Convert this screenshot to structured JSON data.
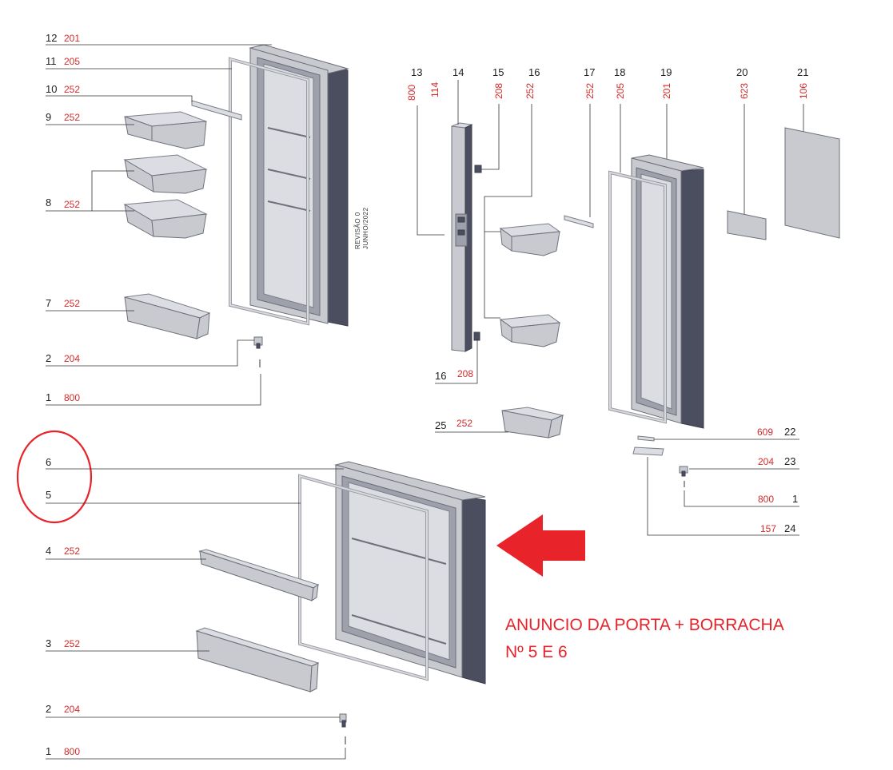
{
  "revision": {
    "line1": "REVISÃO 0",
    "line2": "JUNHO/2022"
  },
  "callouts_left": [
    {
      "num": "12",
      "code": "201"
    },
    {
      "num": "11",
      "code": "205"
    },
    {
      "num": "10",
      "code": "252"
    },
    {
      "num": "9",
      "code": "252"
    },
    {
      "num": "8",
      "code": "252"
    },
    {
      "num": "7",
      "code": "252"
    },
    {
      "num": "2",
      "code": "204"
    },
    {
      "num": "1",
      "code": "800"
    }
  ],
  "callouts_top": [
    {
      "num": "13",
      "code": "800"
    },
    {
      "num": "14",
      "code": "114"
    },
    {
      "num": "15",
      "code": "208"
    },
    {
      "num": "16",
      "code": "252"
    },
    {
      "num": "17",
      "code": "252"
    },
    {
      "num": "18",
      "code": "205"
    },
    {
      "num": "19",
      "code": "201"
    },
    {
      "num": "20",
      "code": "623"
    },
    {
      "num": "21",
      "code": "106"
    }
  ],
  "callouts_middle": [
    {
      "num": "16",
      "code": "208"
    },
    {
      "num": "25",
      "code": "252"
    }
  ],
  "callouts_right": [
    {
      "num": "22",
      "code": "609"
    },
    {
      "num": "23",
      "code": "204"
    },
    {
      "num": "1",
      "code": "800"
    },
    {
      "num": "24",
      "code": "157"
    }
  ],
  "callouts_bottom": [
    {
      "num": "6",
      "code": ""
    },
    {
      "num": "5",
      "code": ""
    },
    {
      "num": "4",
      "code": "252"
    },
    {
      "num": "3",
      "code": "252"
    },
    {
      "num": "2",
      "code": "204"
    },
    {
      "num": "1",
      "code": "800"
    }
  ],
  "annotation": {
    "line1": "ANUNCIO DA PORTA + BORRACHA",
    "line2": "Nº 5 E 6",
    "color": "#e8232a"
  },
  "colors": {
    "callout_code": "#d42a2a",
    "door_dark": "#4b4e5f",
    "part_grey": "#c9cad0",
    "highlight_red": "#e8232a"
  }
}
